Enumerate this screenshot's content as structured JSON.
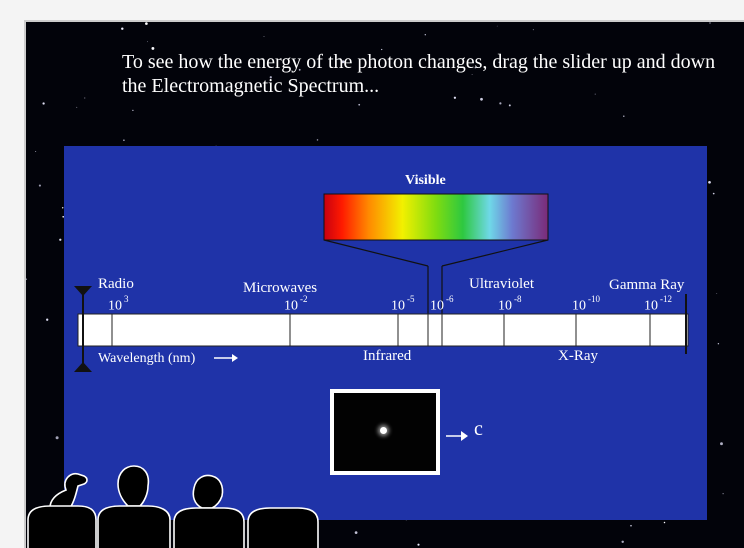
{
  "instructions": "To see how the energy of the photon changes, drag the  slider up and down the Electromagnetic Spectrum...",
  "spectrum": {
    "visible_label": "Visible",
    "regions_top": {
      "radio": "Radio",
      "microwaves": "Microwaves",
      "ultraviolet": "Ultraviolet",
      "gamma": "Gamma Ray"
    },
    "regions_bottom": {
      "infrared": "Infrared",
      "xray": "X-Ray"
    },
    "wavelength_label": "Wavelength (nm)",
    "exponents": [
      {
        "base": "10",
        "exp": "3"
      },
      {
        "base": "10",
        "exp": "-2"
      },
      {
        "base": "10",
        "exp": "-5"
      },
      {
        "base": "10",
        "exp": "-6"
      },
      {
        "base": "10",
        "exp": "-8"
      },
      {
        "base": "10",
        "exp": "-10"
      },
      {
        "base": "10",
        "exp": "-12"
      }
    ]
  },
  "photon_label": "c",
  "colors": {
    "panel": "#1f33a8",
    "background": "#02030a",
    "bar": "#ffffff"
  },
  "icons": [
    "slider-handle-icon",
    "arrow-right-icon",
    "audience-silhouette"
  ]
}
